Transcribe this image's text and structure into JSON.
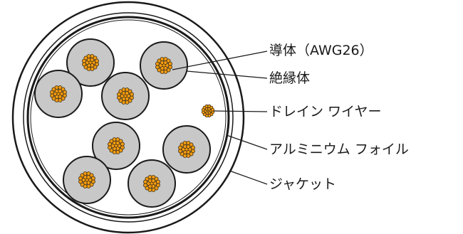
{
  "labels": {
    "conductor": "導体（AWG26）",
    "insulation": "絶縁体",
    "drain_wire": "ドレイン ワイヤー",
    "aluminum_foil": "アルミニウム フォイル",
    "jacket": "ジャケット"
  },
  "colors": {
    "jacket_fill": "#ffffff",
    "outline": "#1a1a1a",
    "insulation_fill": "#c8c8c8",
    "conductor_fill": "#f39c12",
    "conductor_outline": "#3a2a10"
  }
}
